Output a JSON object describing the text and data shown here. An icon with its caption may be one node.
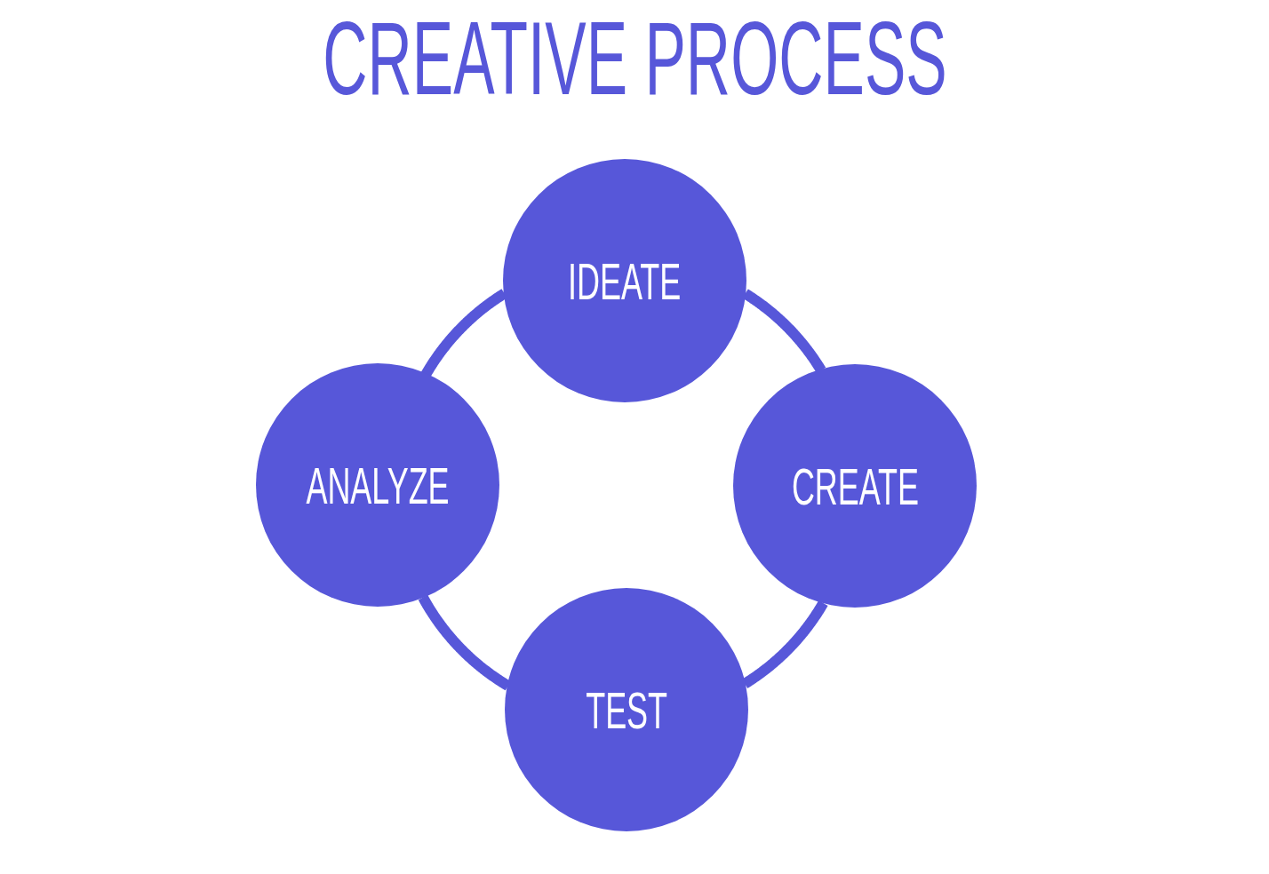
{
  "diagram": {
    "title": "CREATIVE PROCESS",
    "nodes": [
      {
        "text": [
          "IDEATE"
        ]
      },
      {
        "text": [
          "CREATE"
        ]
      },
      {
        "text": [
          "TEST"
        ]
      },
      {
        "text": [
          "ANALYZE"
        ]
      }
    ],
    "edges": [
      {
        "from": 0,
        "to": 1,
        "arrow": "none"
      },
      {
        "from": 1,
        "to": 2,
        "arrow": "none"
      },
      {
        "from": 2,
        "to": 3,
        "arrow": "none"
      },
      {
        "from": 3,
        "to": 0,
        "arrow": "none"
      }
    ]
  }
}
